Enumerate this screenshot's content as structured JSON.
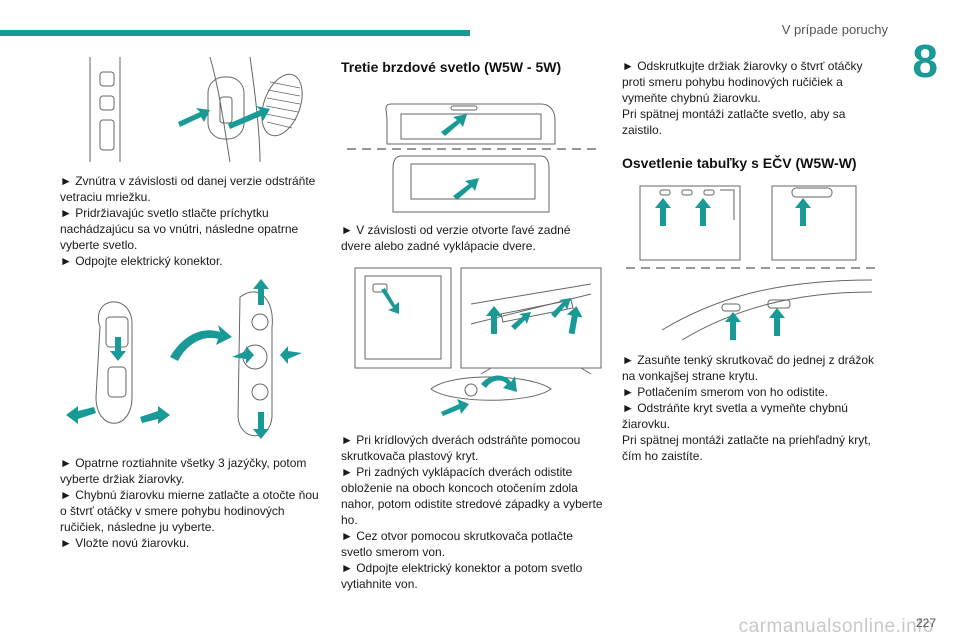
{
  "header": {
    "title": "V prípade poruchy",
    "chapter": "8"
  },
  "page_number": "227",
  "watermark": "carmanualsonline.info",
  "col1": {
    "block1": [
      "► Zvnútra v závislosti od danej verzie odstráňte vetraciu mriežku.",
      "► Pridržiavajúc svetlo stlačte príchytku nachádzajúcu sa vo vnútri, následne opatrne vyberte svetlo.",
      "► Odpojte elektrický konektor."
    ],
    "block2": [
      "► Opatrne roztiahnite všetky 3 jazýčky, potom vyberte držiak žiarovky.",
      "► Chybnú žiarovku mierne zatlačte a otočte ňou o štvrť otáčky v smere pohybu hodinových ručičiek, následne ju vyberte.",
      "► Vložte novú žiarovku."
    ]
  },
  "col2": {
    "heading": "Tretie brzdové svetlo (W5W - 5W)",
    "block1": [
      "► V závislosti od verzie otvorte ľavé zadné dvere alebo zadné vyklápacie dvere."
    ],
    "block2": [
      "► Pri krídlových dverách odstráňte pomocou skrutkovača plastový kryt.",
      "► Pri zadných vyklápacích dverách odistite obloženie na oboch koncoch otočením zdola nahor, potom odistite stredové západky a vyberte ho.",
      "► Cez otvor pomocou skrutkovača potlačte svetlo smerom von.",
      "► Odpojte elektrický konektor a potom svetlo vytiahnite von."
    ]
  },
  "col3": {
    "block1": [
      "► Odskrutkujte držiak žiarovky o štvrť otáčky proti smeru pohybu hodinových ručičiek a vymeňte chybnú žiarovku.",
      "Pri spätnej montáži zatlačte svetlo, aby sa zaistilo."
    ],
    "heading": "Osvetlenie tabuľky s EČV (W5W-W)",
    "block2": [
      "► Zasuňte tenký skrutkovač do jednej z drážok na vonkajšej strane krytu.",
      "► Potlačením smerom von ho odistite.",
      "► Odstráňte kryt svetla a vymeňte chybnú žiarovku.",
      "Pri spätnej montáži zatlačte na priehľadný kryt, čím ho zaistíte."
    ]
  },
  "colors": {
    "accent": "#1a9a97",
    "text": "#1a1a1a"
  },
  "figures": [
    {
      "icon": "rear-light-grille-illustration"
    },
    {
      "icon": "bulb-holder-illustration"
    },
    {
      "icon": "third-brake-light-doors-illustration"
    },
    {
      "icon": "tailgate-cover-illustration"
    },
    {
      "icon": "number-plate-light-illustration"
    }
  ]
}
